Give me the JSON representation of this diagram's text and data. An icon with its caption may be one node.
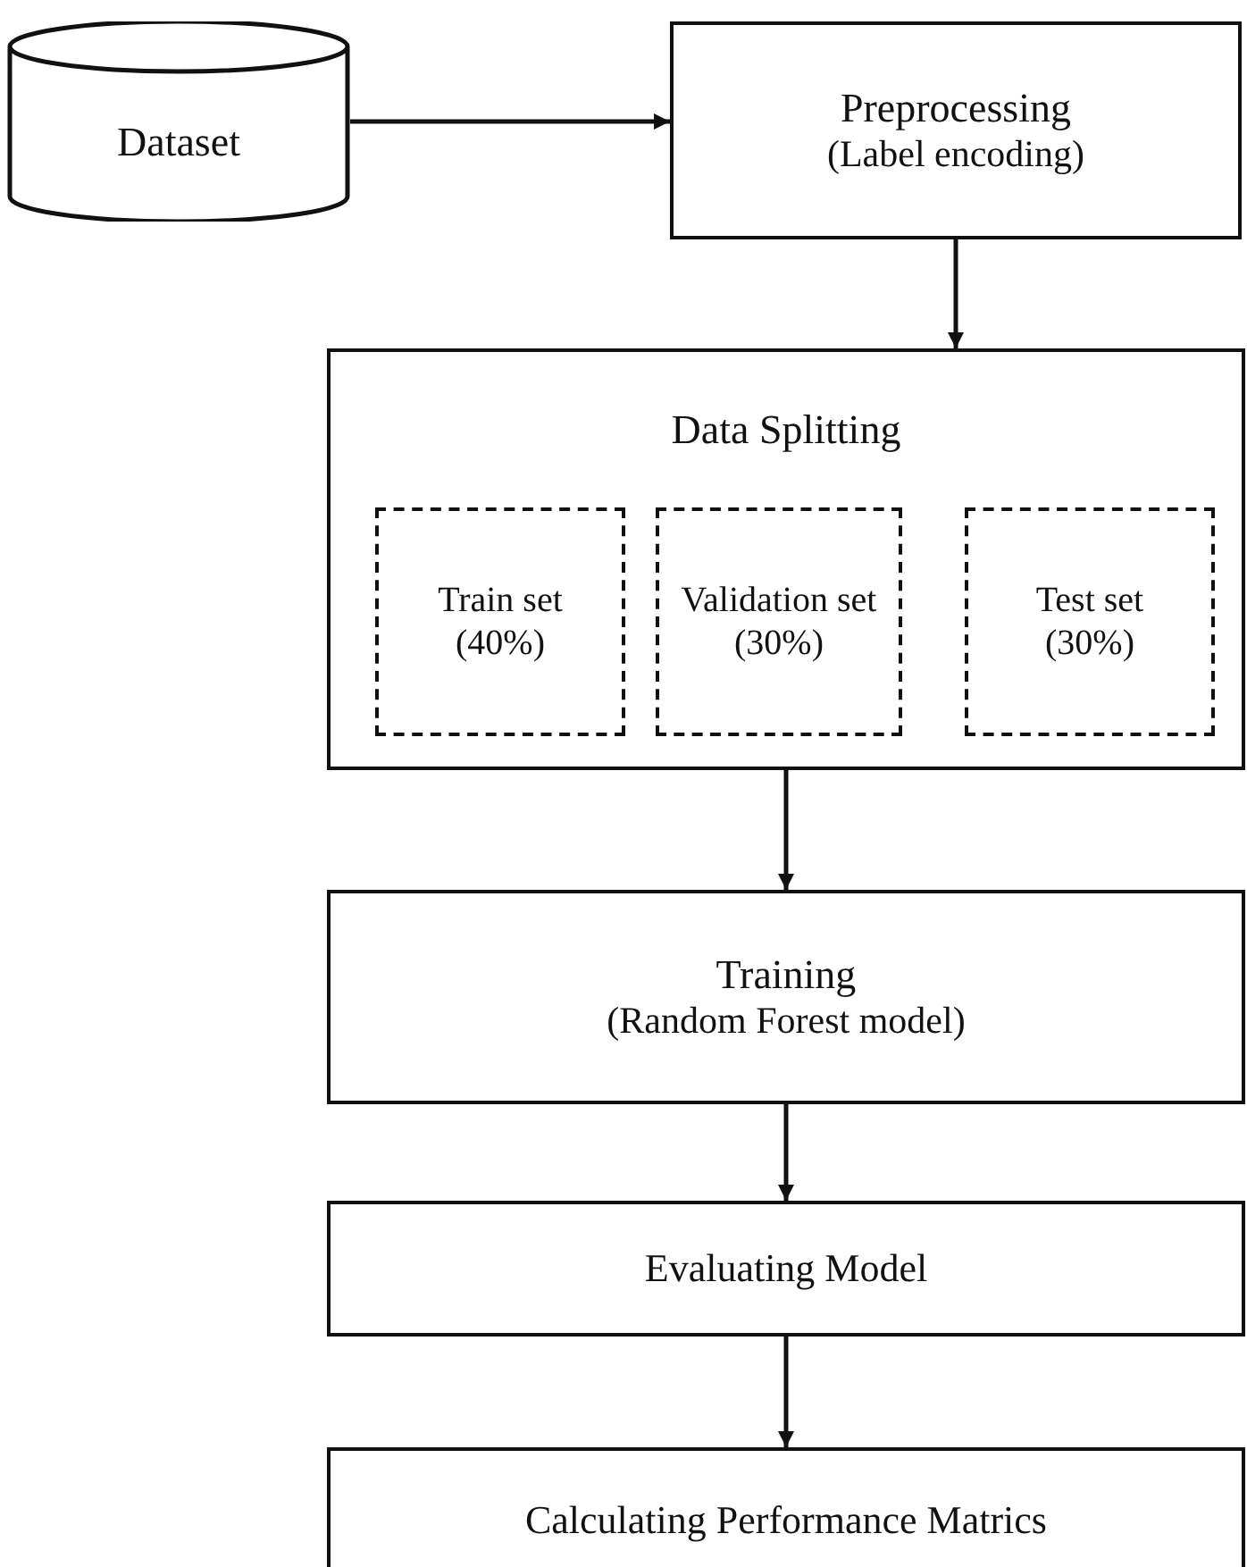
{
  "diagram": {
    "nodes": [
      {
        "text": [
          "Dataset"
        ]
      },
      {
        "text": [
          "Preprocessing",
          "(Label encoding)"
        ]
      },
      {
        "text": [
          "Data Splitting"
        ]
      },
      {
        "text": [
          "Train set",
          "(40%)"
        ],
        "in": 2
      },
      {
        "text": [
          "Validation set",
          "(30%)"
        ],
        "in": 2
      },
      {
        "text": [
          "Test set",
          "(30%)"
        ],
        "in": 2
      },
      {
        "text": [
          "Training",
          "(Random Forest model)"
        ]
      },
      {
        "text": [
          "Evaluating Model"
        ]
      },
      {
        "text": [
          "Calculating Performance Matrics"
        ]
      }
    ],
    "edges": [
      {
        "from": 0,
        "to": 1,
        "arrow": "to"
      },
      {
        "from": 1,
        "to": 2,
        "arrow": "to"
      },
      {
        "from": 2,
        "to": 6,
        "arrow": "to"
      },
      {
        "from": 6,
        "to": 7,
        "arrow": "to"
      },
      {
        "from": 7,
        "to": 8,
        "arrow": "to"
      }
    ]
  }
}
